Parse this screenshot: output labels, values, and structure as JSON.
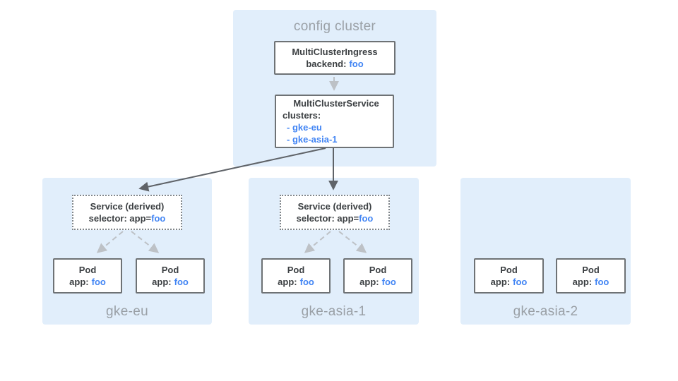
{
  "diagram": {
    "config_cluster": {
      "title": "config cluster",
      "ingress": {
        "name": "MultiClusterIngress",
        "backend_label": "backend:",
        "backend_value": "foo"
      },
      "service": {
        "name": "MultiClusterService",
        "clusters_label": "clusters:",
        "items": [
          "- gke-eu",
          "- gke-asia-1"
        ]
      }
    },
    "clusters": [
      {
        "name": "gke-eu",
        "service": {
          "title": "Service (derived)",
          "selector_label": "selector: app=",
          "selector_value": "foo"
        },
        "pods": [
          {
            "name": "Pod",
            "app_label": "app:",
            "app_value": "foo"
          },
          {
            "name": "Pod",
            "app_label": "app:",
            "app_value": "foo"
          }
        ]
      },
      {
        "name": "gke-asia-1",
        "service": {
          "title": "Service (derived)",
          "selector_label": "selector: app=",
          "selector_value": "foo"
        },
        "pods": [
          {
            "name": "Pod",
            "app_label": "app:",
            "app_value": "foo"
          },
          {
            "name": "Pod",
            "app_label": "app:",
            "app_value": "foo"
          }
        ]
      },
      {
        "name": "gke-asia-2",
        "pods": [
          {
            "name": "Pod",
            "app_label": "app:",
            "app_value": "foo"
          },
          {
            "name": "Pod",
            "app_label": "app:",
            "app_value": "foo"
          }
        ]
      }
    ],
    "colors": {
      "panel_blue": "#E1EEFB",
      "box_border": "#6E7275",
      "text_dark": "#3C4043",
      "text_muted": "#9AA0A6",
      "accent_blue": "#4285F4",
      "arrow_dark": "#5F6368",
      "arrow_light": "#BDC1C6"
    }
  }
}
